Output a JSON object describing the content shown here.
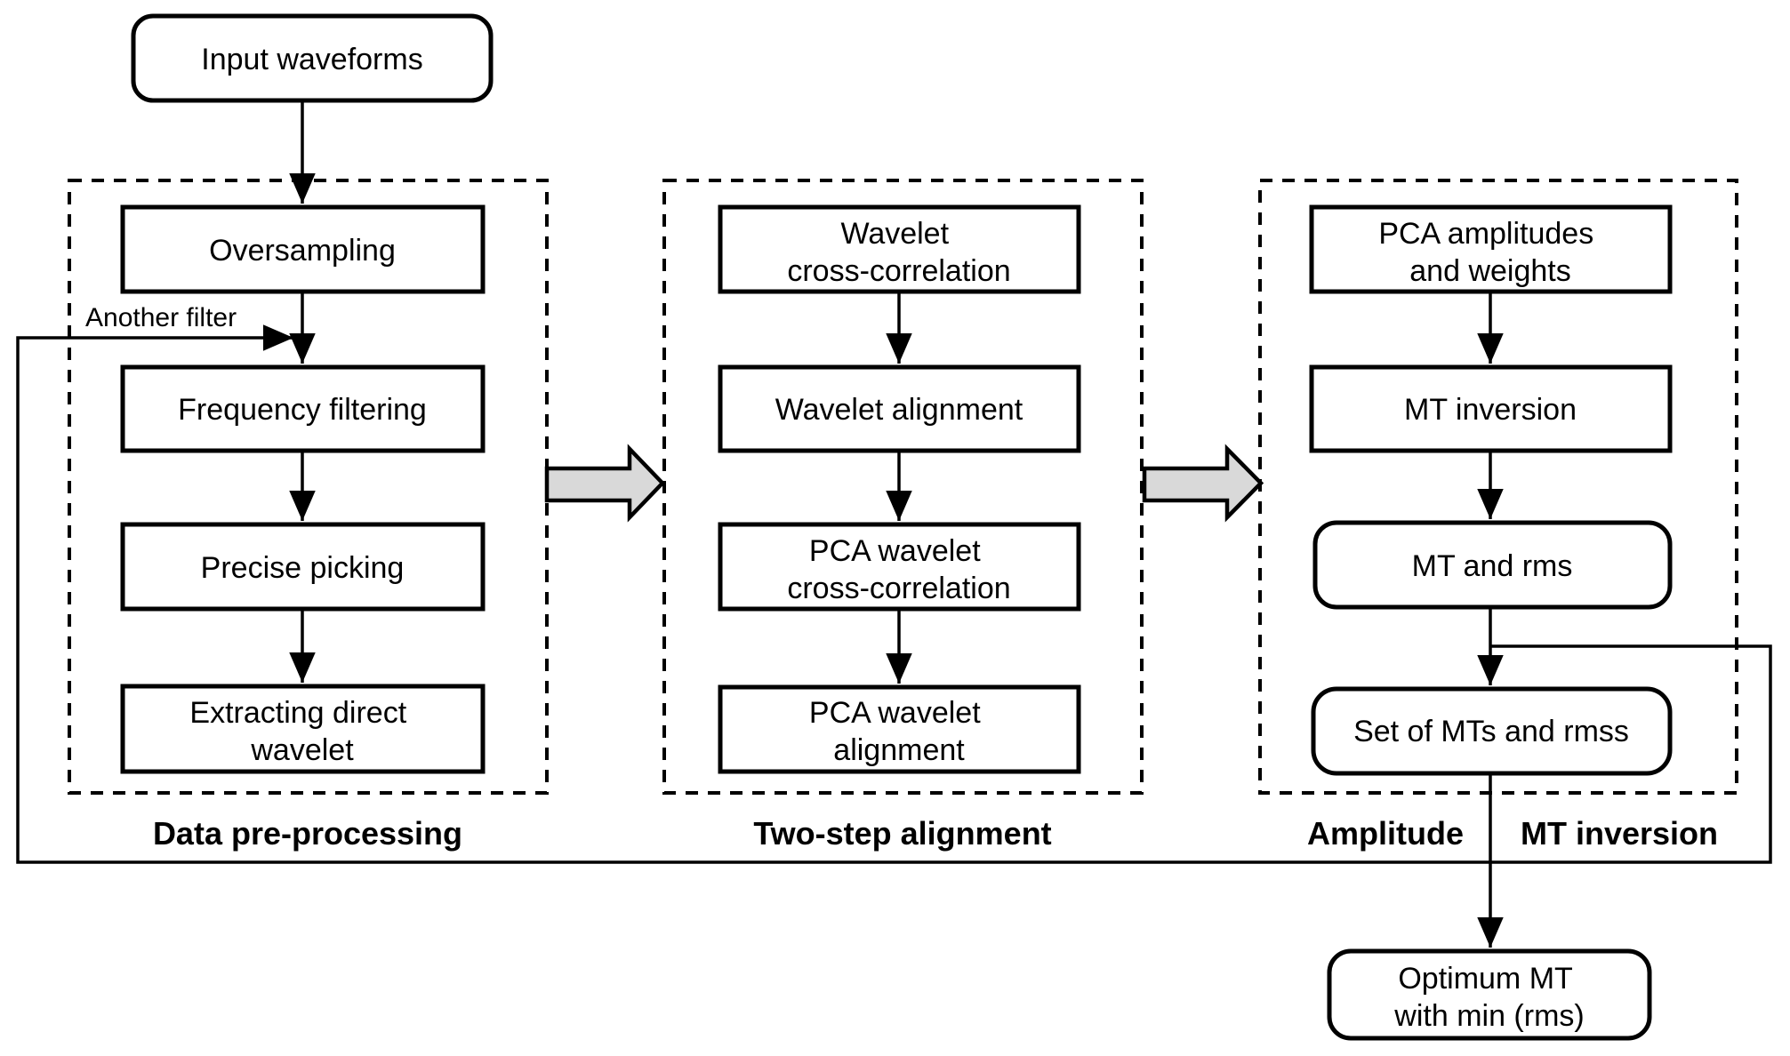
{
  "diagram": {
    "annotation": {
      "another_filter": "Another filter"
    },
    "nodes": {
      "input_waveforms": {
        "lines": [
          "Input waveforms"
        ]
      },
      "oversampling": {
        "lines": [
          "Oversampling"
        ]
      },
      "frequency_filtering": {
        "lines": [
          "Frequency filtering"
        ]
      },
      "precise_picking": {
        "lines": [
          "Precise picking"
        ]
      },
      "extracting_direct_wavelet": {
        "lines": [
          "Extracting direct",
          "wavelet"
        ]
      },
      "wavelet_cross_correlation": {
        "lines": [
          "Wavelet",
          "cross-correlation"
        ]
      },
      "wavelet_alignment": {
        "lines": [
          "Wavelet alignment"
        ]
      },
      "pca_wavelet_cross_correlation": {
        "lines": [
          "PCA wavelet",
          "cross-correlation"
        ]
      },
      "pca_wavelet_alignment": {
        "lines": [
          "PCA wavelet",
          "alignment"
        ]
      },
      "pca_amplitudes_and_weights": {
        "lines": [
          "PCA amplitudes",
          "and weights"
        ]
      },
      "mt_inversion": {
        "lines": [
          "MT inversion"
        ]
      },
      "mt_and_rms": {
        "lines": [
          "MT and rms"
        ]
      },
      "set_of_mts_and_rmss": {
        "lines": [
          "Set of MTs and rmss"
        ]
      },
      "optimum_mt": {
        "lines": [
          "Optimum MT",
          "with min (rms)"
        ]
      }
    },
    "groups": {
      "data_pre_processing": {
        "label": "Data pre-processing"
      },
      "two_step_alignment": {
        "label": "Two-step alignment"
      },
      "amplitude_mt_inversion": {
        "label_left": "Amplitude",
        "label_right": "MT inversion"
      }
    },
    "colors": {
      "stroke": "#000000",
      "node_fill": "#ffffff",
      "block_arrow_fill": "#d9d9d9",
      "background": "#ffffff"
    }
  }
}
